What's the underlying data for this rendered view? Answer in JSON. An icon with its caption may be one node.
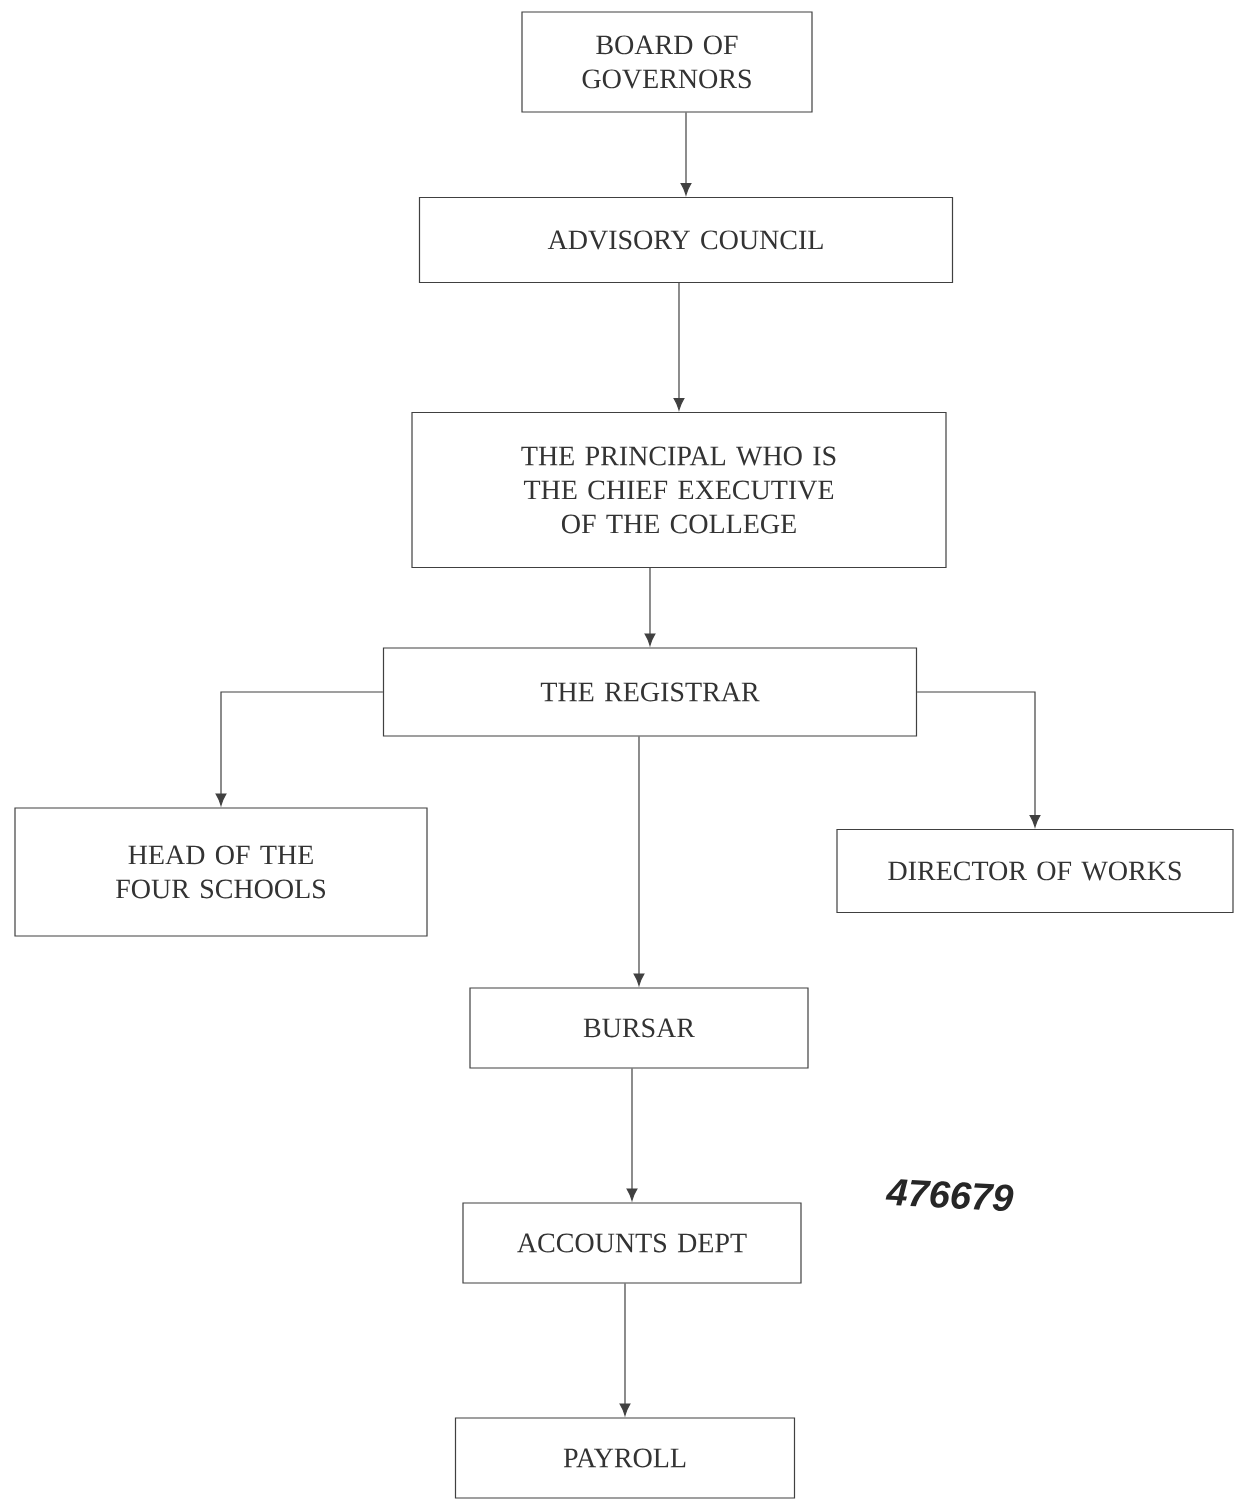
{
  "diagram": {
    "nodes": [
      {
        "text": [
          "BOARD OF GOVERNORS"
        ]
      },
      {
        "text": [
          "ADVISORY COUNCIL"
        ]
      },
      {
        "text": [
          "THE PRINCIPAL WHO IS THE CHIEF EXECUTIVE OF THE COLLEGE"
        ]
      },
      {
        "text": [
          "THE REGISTRAR"
        ]
      },
      {
        "text": [
          "HEAD OF THE FOUR SCHOOLS"
        ]
      },
      {
        "text": [
          "DIRECTOR OF WORKS"
        ]
      },
      {
        "text": [
          "BURSAR"
        ]
      },
      {
        "text": [
          "ACCOUNTS DEPT"
        ]
      },
      {
        "text": [
          "PAYROLL"
        ]
      }
    ],
    "edges": [
      {
        "from": 0,
        "to": 1,
        "arrow": "to"
      },
      {
        "from": 1,
        "to": 2,
        "arrow": "to"
      },
      {
        "from": 2,
        "to": 3,
        "arrow": "to"
      },
      {
        "from": 3,
        "to": 4,
        "arrow": "to"
      },
      {
        "from": 3,
        "to": 5,
        "arrow": "to"
      },
      {
        "from": 3,
        "to": 6,
        "arrow": "to"
      },
      {
        "from": 6,
        "to": 7,
        "arrow": "to"
      },
      {
        "from": 7,
        "to": 8,
        "arrow": "to"
      }
    ],
    "labels": [
      "476679"
    ]
  }
}
